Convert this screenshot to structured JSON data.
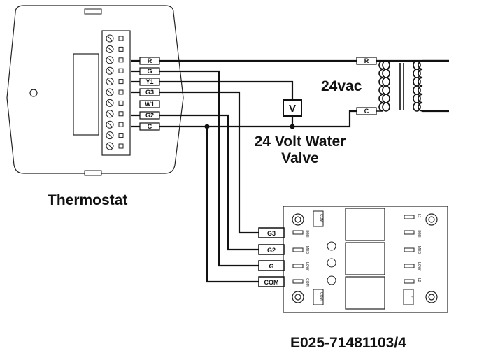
{
  "thermostat": {
    "caption": "Thermostat",
    "wire_labels": [
      "R",
      "G",
      "Y1",
      "G3",
      "W1",
      "G2",
      "C"
    ]
  },
  "transformer": {
    "voltage_label": "24vac",
    "r_label": "R",
    "c_label": "C"
  },
  "valve": {
    "symbol": "V",
    "label_line1": "24 Volt Water",
    "label_line2": "Valve"
  },
  "relay_board": {
    "terminal_labels": [
      "G3",
      "G2",
      "G",
      "COM"
    ],
    "left_markings": [
      "COM",
      "HIGH",
      "MED",
      "LOW",
      "COM",
      "COM"
    ],
    "right_markings": [
      "L1",
      "HIGH",
      "MED",
      "LOW",
      "L2",
      "L2"
    ]
  },
  "part_number": "E025-71481103/4"
}
